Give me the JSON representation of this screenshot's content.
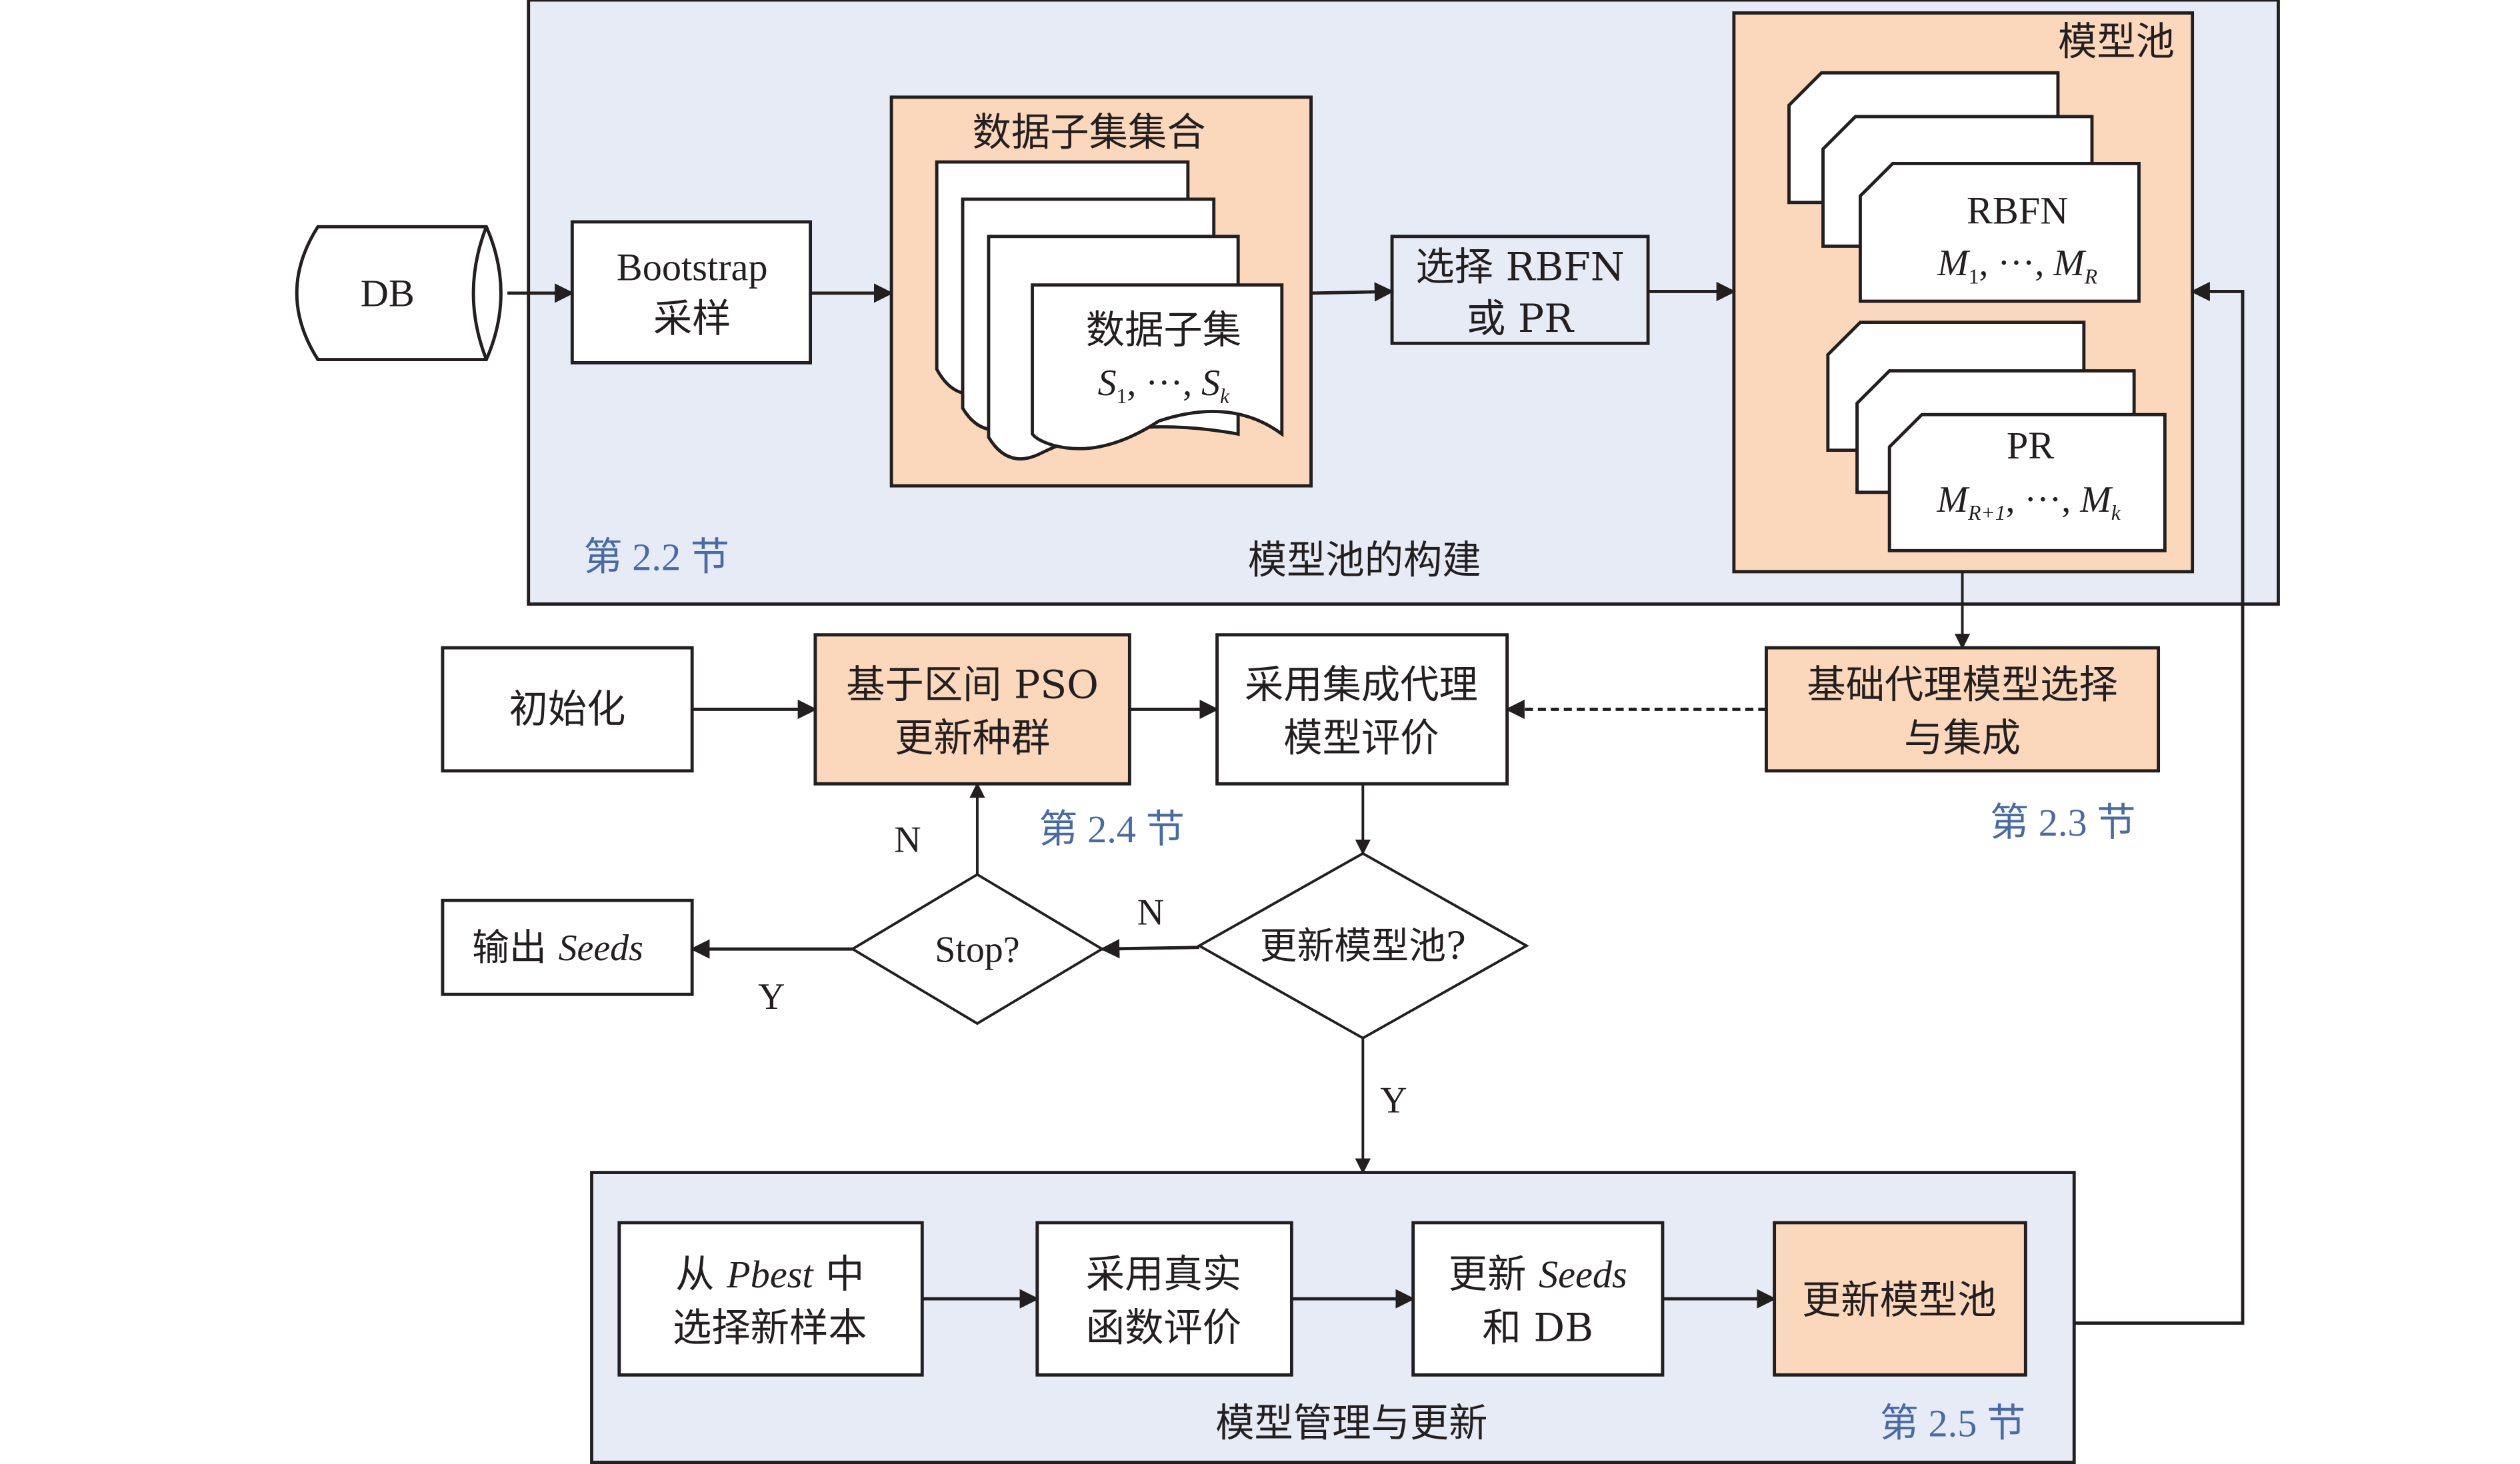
{
  "colors": {
    "section_bg": "#e6ebf6",
    "highlight_bg": "#fbd8bc",
    "box_bg": "#ffffff",
    "stroke": "#231f20",
    "section_label": "#4a6aa5"
  },
  "top_section": {
    "title": "模型池的构建",
    "section_label": "第 2.2 节",
    "db": {
      "label": "DB"
    },
    "bootstrap": {
      "line1": "Bootstrap",
      "line2": "采样"
    },
    "dataset_collection": {
      "title": "数据子集集合",
      "subset_title": "数据子集",
      "subset_range": {
        "s1": "S",
        "s1_sub": "1",
        "sep": ", ···, ",
        "sk": "S",
        "sk_sub": "k"
      }
    },
    "select_model": {
      "line1": "选择 RBFN",
      "line2": "或 PR"
    },
    "model_pool": {
      "title": "模型池",
      "rbfn": {
        "name": "RBFN",
        "m": "M",
        "m1_sub": "1",
        "sep": ", ···, ",
        "mR_sub": "R"
      },
      "pr": {
        "name": "PR",
        "m": "M",
        "mR1_sub": "R+1",
        "sep": ", ···, ",
        "mk_sub": "k"
      }
    }
  },
  "middle": {
    "init": "初始化",
    "pso": {
      "line1": "基于区间 PSO",
      "line2": "更新种群"
    },
    "ensemble_eval": {
      "line1": "采用集成代理",
      "line2": "模型评价"
    },
    "base_select": {
      "line1": "基础代理模型选择",
      "line2": "与集成"
    },
    "section_24": "第 2.4 节",
    "section_23": "第 2.3 节",
    "stop_decision": "Stop?",
    "update_pool_decision": "更新模型池?",
    "output": {
      "prefix": "输出 ",
      "seeds": "Seeds"
    },
    "edge_labels": {
      "stop_no": "N",
      "stop_yes": "Y",
      "update_no": "N",
      "update_yes": "Y"
    }
  },
  "bottom_section": {
    "title": "模型管理与更新",
    "section_label": "第 2.5 节",
    "steps": [
      {
        "line1_pre": "从 ",
        "line1_it": "Pbest",
        "line1_post": " 中",
        "line2": "选择新样本"
      },
      {
        "line1": "采用真实",
        "line2": "函数评价"
      },
      {
        "line1_pre": "更新 ",
        "line1_it": "Seeds",
        "line2": "和 DB"
      },
      {
        "line1": "更新模型池"
      }
    ]
  }
}
